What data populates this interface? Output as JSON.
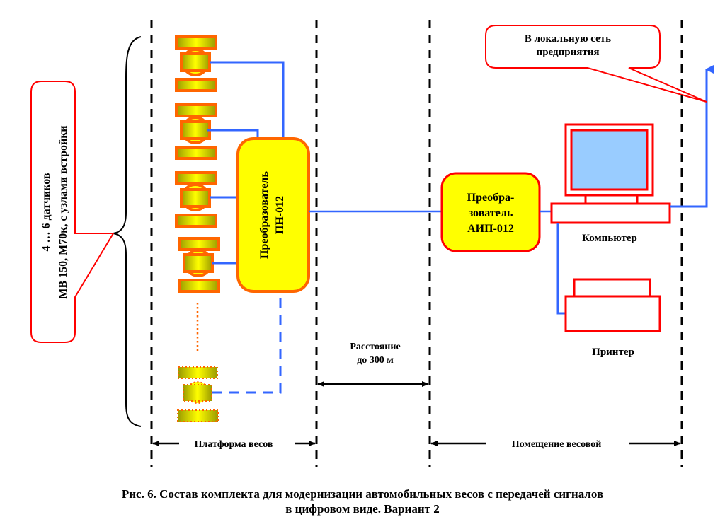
{
  "figure": {
    "caption_line1": "Рис. 6.  Состав  комплекта  для  модернизации  автомобильных  весов  с  передачей  сигналов",
    "caption_line2": "в цифровом  виде. Вариант 2"
  },
  "sensors_callout": {
    "line1": "4 … 6  датчиков",
    "line2": "МВ 150,   М70к,  с  узлами  встройки"
  },
  "converter_pn": {
    "line1": "Преобразователь",
    "line2": "ПН-012"
  },
  "converter_aip": {
    "line1": "Преобра-",
    "line2": "зователь",
    "line3": "АИП-012"
  },
  "lan_callout": {
    "line1": "В  локальную  сеть",
    "line2": "предприятия"
  },
  "computer": {
    "label": "Компьютер"
  },
  "printer": {
    "label": "Принтер"
  },
  "distance": {
    "line1": "Расстояние",
    "line2": "до 300  м"
  },
  "zones": {
    "platform": "Платформа  весов",
    "room": "Помещение  весовой"
  },
  "colors": {
    "sensor_border": "#ff6600",
    "sensor_fill": "#ffff00",
    "sensor_dark": "#a0a000",
    "converter_fill": "#ffff00",
    "pn_border": "#ff6600",
    "aip_border": "#ff0000",
    "signal_line": "#3366ff",
    "callout_border": "#ff0000",
    "screen_fill": "#99ccff",
    "device_border": "#ff0000"
  }
}
